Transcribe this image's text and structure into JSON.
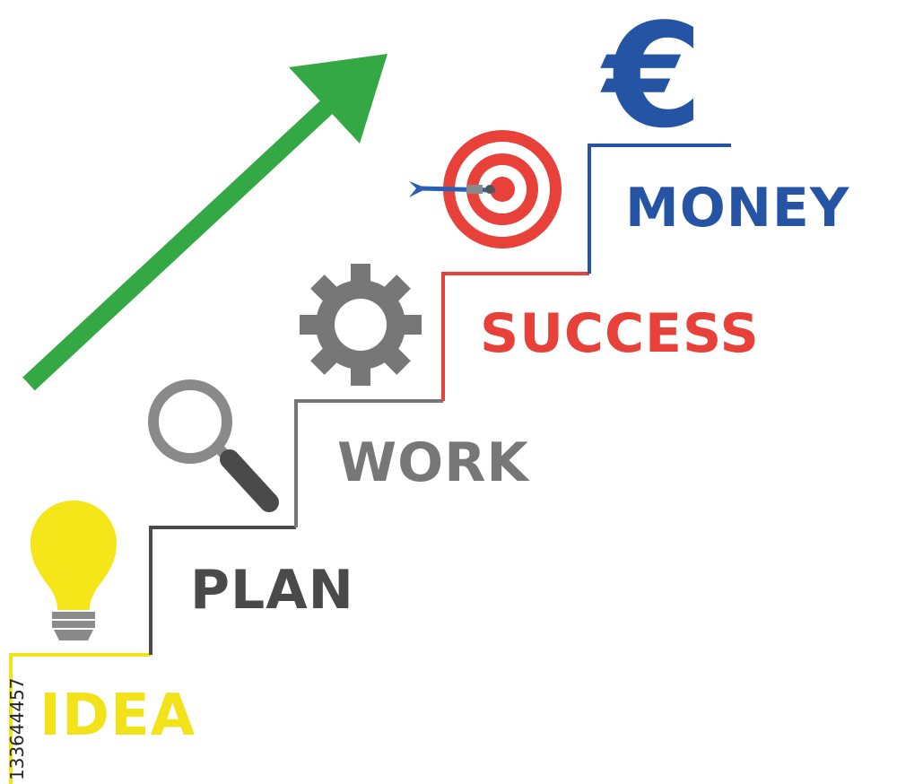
{
  "steps": [
    {
      "id": "idea",
      "label": "IDEA",
      "color": "#f2e21a",
      "icon": "lightbulb-icon"
    },
    {
      "id": "plan",
      "label": "PLAN",
      "color": "#4a4a4a",
      "icon": "magnifier-icon"
    },
    {
      "id": "work",
      "label": "WORK",
      "color": "#777777",
      "icon": "gear-icon"
    },
    {
      "id": "success",
      "label": "SUCCESS",
      "color": "#e8413a",
      "icon": "target-icon"
    },
    {
      "id": "money",
      "label": "MONEY",
      "color": "#2454a3",
      "icon": "euro-icon"
    }
  ],
  "euro_symbol": "€",
  "arrow": {
    "icon": "up-arrow-icon",
    "color": "#35a846"
  },
  "stock_id": "133644457"
}
